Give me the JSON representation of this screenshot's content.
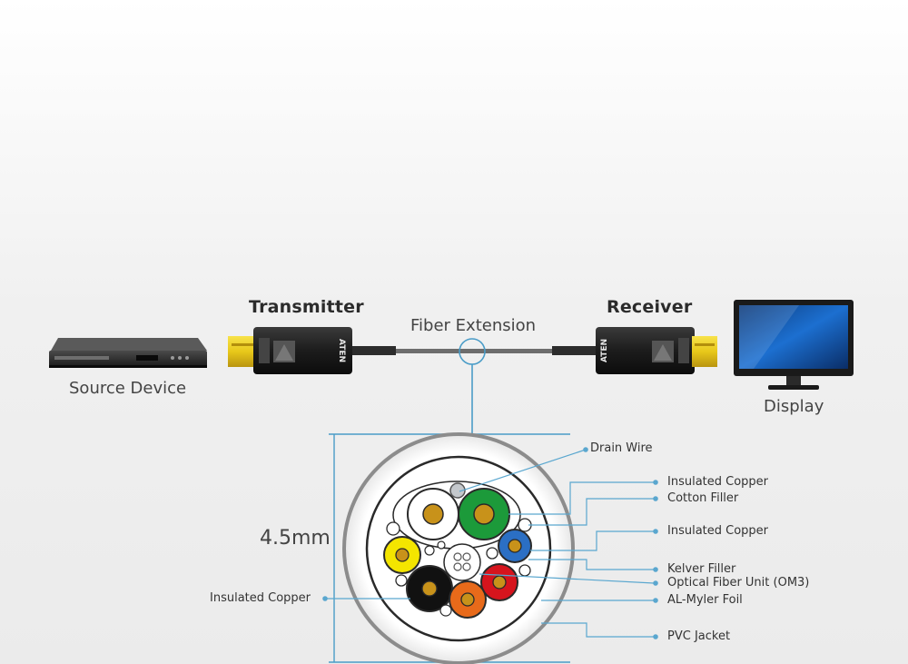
{
  "labels": {
    "transmitter": "Transmitter",
    "receiver": "Receiver",
    "fiber_extension": "Fiber Extension",
    "source_device": "Source Device",
    "display": "Display",
    "diameter": "4.5mm",
    "brand": "ATEN"
  },
  "cross_section": {
    "left_callout": "Insulated Copper",
    "callouts": [
      "Drain Wire",
      "Insulated Copper",
      "Cotton Filler",
      "Insulated Copper",
      "Kelver Filler",
      "Optical Fiber Unit (OM3)",
      "AL-Myler  Foil",
      "PVC Jacket"
    ]
  },
  "colors": {
    "accent_line": "#4a9cc7",
    "conductor_core": "#c8921a",
    "wire_green": "#1c9a3a",
    "wire_yellow": "#f4e500",
    "wire_black": "#111111",
    "wire_orange": "#e86a1a",
    "wire_red": "#d6141d",
    "wire_blue": "#2b6fc4",
    "connector_gold": "#e8c81a"
  }
}
